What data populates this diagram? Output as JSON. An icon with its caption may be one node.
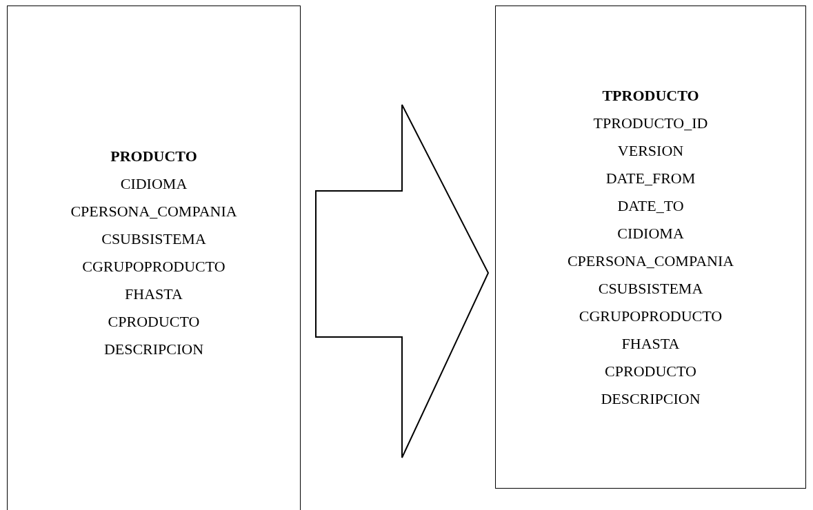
{
  "diagram": {
    "nodes": [
      {
        "text": [
          "PRODUCTO",
          "CIDIOMA",
          "CPERSONA_COMPANIA",
          "CSUBSISTEMA",
          "CGRUPOPRODUCTO",
          "FHASTA",
          "CPRODUCTO",
          "DESCRIPCION"
        ]
      },
      {
        "text": [
          "TPRODUCTO",
          "TPRODUCTO_ID",
          "VERSION",
          "DATE_FROM",
          "DATE_TO",
          "CIDIOMA",
          "CPERSONA_COMPANIA",
          "CSUBSISTEMA",
          "CGRUPOPRODUCTO",
          "FHASTA",
          "CPRODUCTO",
          "DESCRIPCION"
        ]
      }
    ],
    "edges": [
      {
        "from": 0,
        "to": 1,
        "arrow": "to",
        "style": "thick"
      }
    ]
  }
}
